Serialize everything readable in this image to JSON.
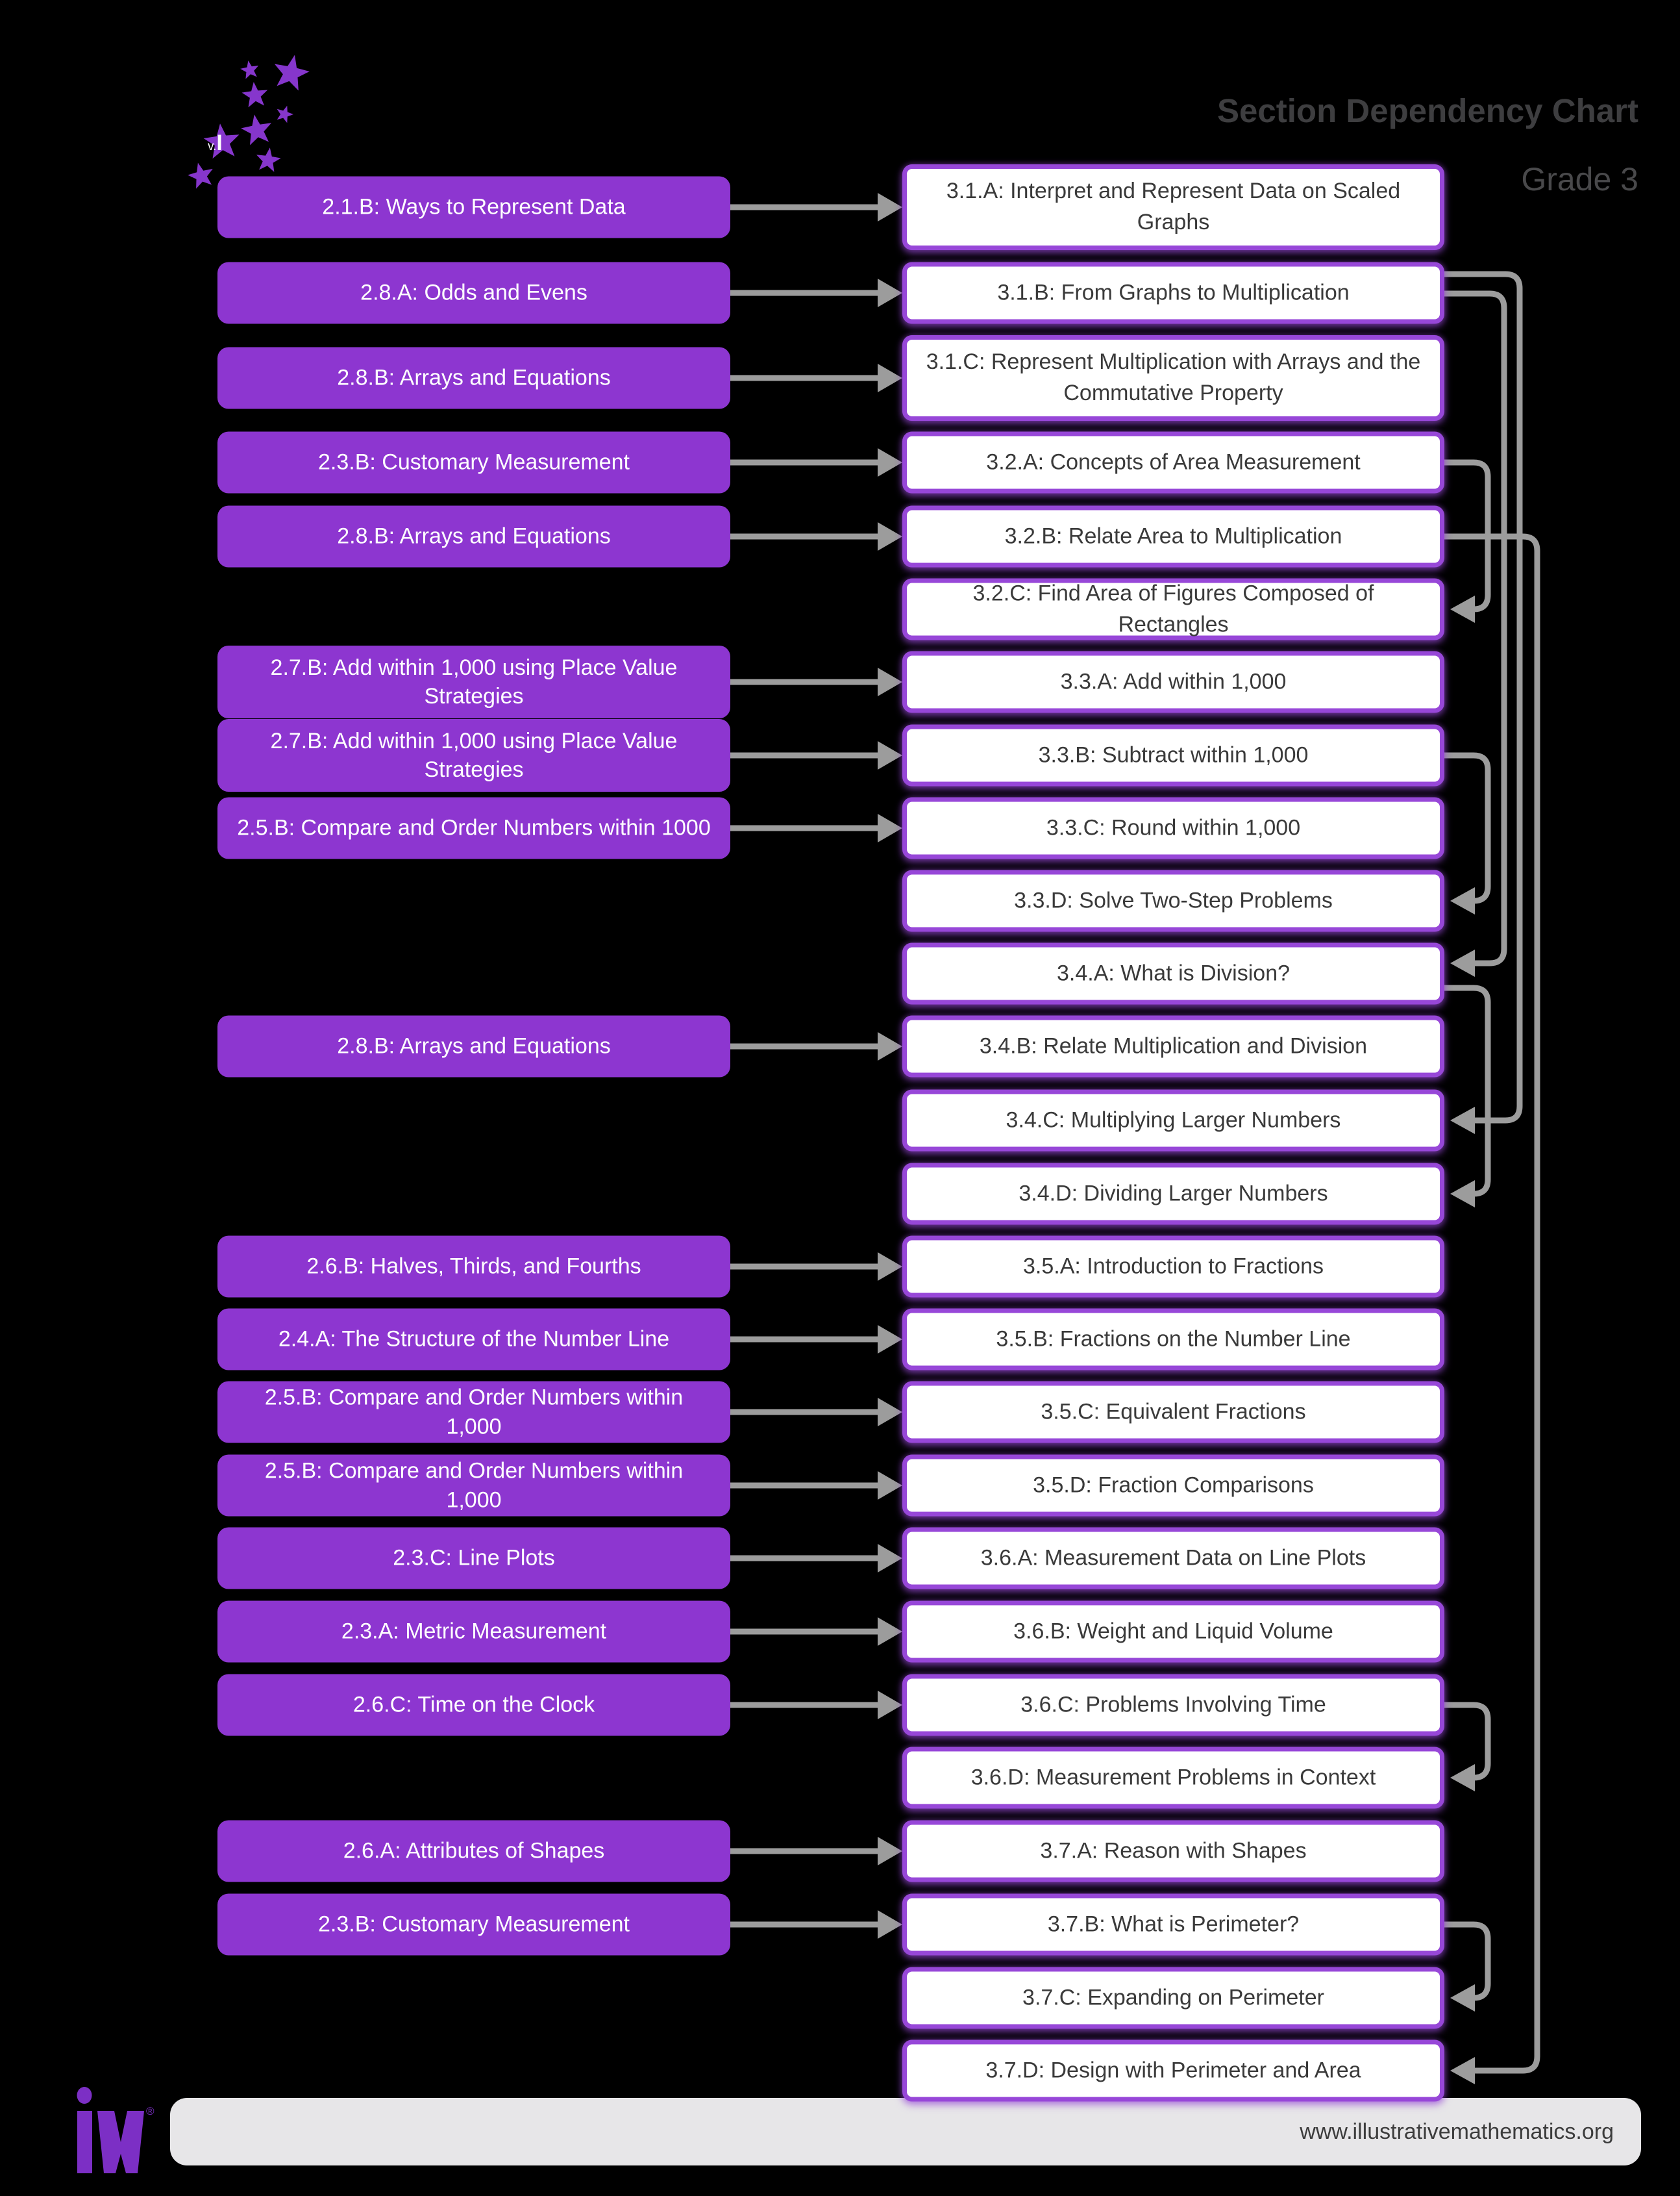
{
  "header": {
    "title": "Section Dependency Chart",
    "subtitle": "Grade 3"
  },
  "logo": {
    "name": "im-spark-stars-logo",
    "badge": "v.I"
  },
  "footer": {
    "url": "www.illustrativemathematics.org"
  },
  "colors": {
    "background": "#000000",
    "grade2_box_fill": "#8d36d0",
    "grade3_box_border": "#9747d8",
    "arrow_gray": "#9c9c9c",
    "footer_bar": "#e7e6e8",
    "title_gray": "#3e3e40"
  },
  "chart_data": {
    "type": "dependency-flowchart",
    "rows": [
      {
        "id": "3.1.A",
        "left": "2.1.B: Ways to Represent Data",
        "right": "3.1.A: Interpret and Represent Data on Scaled Graphs",
        "right_tall": true
      },
      {
        "id": "3.1.B",
        "left": "2.8.A: Odds and Evens",
        "right": "3.1.B: From Graphs to Multiplication"
      },
      {
        "id": "3.1.C",
        "left": "2.8.B: Arrays and Equations",
        "right": "3.1.C: Represent Multiplication with Arrays and the Commutative Property",
        "right_tall": true
      },
      {
        "id": "3.2.A",
        "left": "2.3.B: Customary Measurement",
        "right": "3.2.A: Concepts of Area Measurement"
      },
      {
        "id": "3.2.B",
        "left": "2.8.B: Arrays and Equations",
        "right": "3.2.B: Relate Area to Multiplication"
      },
      {
        "id": "3.2.C",
        "left": null,
        "right": "3.2.C: Find Area of Figures Composed of Rectangles"
      },
      {
        "id": "3.3.A",
        "left": "2.7.B: Add within 1,000 using Place Value Strategies",
        "left_tall": true,
        "right": "3.3.A: Add within 1,000"
      },
      {
        "id": "3.3.B",
        "left": "2.7.B: Add within 1,000 using Place Value Strategies",
        "left_tall": true,
        "right": "3.3.B: Subtract within 1,000"
      },
      {
        "id": "3.3.C",
        "left": "2.5.B: Compare and Order Numbers within 1000",
        "right": "3.3.C: Round within 1,000"
      },
      {
        "id": "3.3.D",
        "left": null,
        "right": "3.3.D: Solve Two-Step Problems"
      },
      {
        "id": "3.4.A",
        "left": null,
        "right": "3.4.A: What is Division?"
      },
      {
        "id": "3.4.B",
        "left": "2.8.B: Arrays and Equations",
        "right": "3.4.B: Relate Multiplication and Division"
      },
      {
        "id": "3.4.C",
        "left": null,
        "right": "3.4.C: Multiplying Larger Numbers"
      },
      {
        "id": "3.4.D",
        "left": null,
        "right": "3.4.D: Dividing Larger Numbers"
      },
      {
        "id": "3.5.A",
        "left": "2.6.B: Halves, Thirds, and Fourths",
        "right": "3.5.A: Introduction to Fractions"
      },
      {
        "id": "3.5.B",
        "left": "2.4.A: The Structure of the Number Line",
        "right": "3.5.B: Fractions on the Number Line"
      },
      {
        "id": "3.5.C",
        "left": "2.5.B: Compare and Order Numbers within 1,000",
        "right": "3.5.C: Equivalent Fractions"
      },
      {
        "id": "3.5.D",
        "left": "2.5.B: Compare and Order Numbers within 1,000",
        "right": "3.5.D: Fraction Comparisons"
      },
      {
        "id": "3.6.A",
        "left": "2.3.C: Line Plots",
        "right": "3.6.A: Measurement Data on Line Plots"
      },
      {
        "id": "3.6.B",
        "left": "2.3.A: Metric Measurement",
        "right": "3.6.B: Weight and Liquid Volume"
      },
      {
        "id": "3.6.C",
        "left": "2.6.C: Time on the Clock",
        "right": "3.6.C: Problems Involving Time"
      },
      {
        "id": "3.6.D",
        "left": null,
        "right": "3.6.D: Measurement Problems in Context"
      },
      {
        "id": "3.7.A",
        "left": "2.6.A: Attributes of Shapes",
        "right": "3.7.A: Reason with Shapes"
      },
      {
        "id": "3.7.B",
        "left": "2.3.B: Customary Measurement",
        "right": "3.7.B: What is Perimeter?"
      },
      {
        "id": "3.7.C",
        "left": null,
        "right": "3.7.C: Expanding on Perimeter"
      },
      {
        "id": "3.7.D",
        "left": null,
        "right": "3.7.D: Design with Perimeter and Area"
      }
    ],
    "dependencies": [
      {
        "from": "3.2.A",
        "to": "3.2.C",
        "lane": 1
      },
      {
        "from": "3.1.B",
        "to": "3.4.A",
        "lane": 2,
        "exit_dy": 1,
        "entry_dy": -16
      },
      {
        "from": "3.1.B",
        "to": "3.4.C",
        "lane": 3,
        "exit_dy": -29
      },
      {
        "from": "3.2.B",
        "to": "3.7.D",
        "lane": 4
      },
      {
        "from": "3.3.B",
        "to": "3.3.D",
        "lane": 1
      },
      {
        "from": "3.4.A",
        "to": "3.4.D",
        "lane": 1,
        "exit_dy": 22
      },
      {
        "from": "3.6.C",
        "to": "3.6.D",
        "lane": 1
      },
      {
        "from": "3.7.B",
        "to": "3.7.C",
        "lane": 1
      }
    ]
  }
}
